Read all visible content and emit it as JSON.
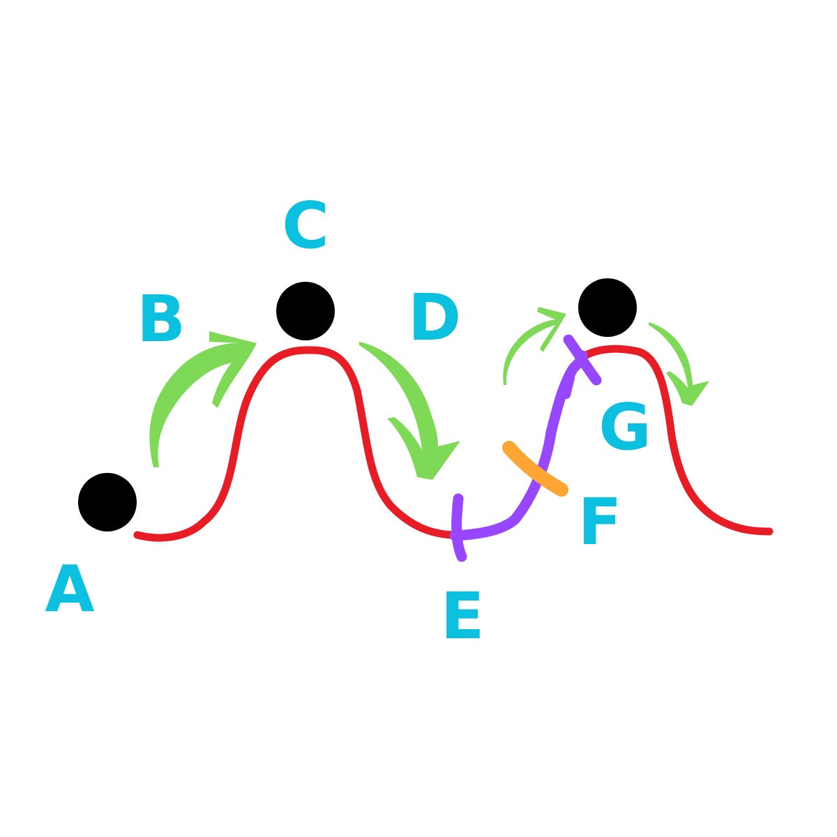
{
  "labels": {
    "a": "A",
    "b": "B",
    "c": "C",
    "d": "D",
    "e": "E",
    "f": "F",
    "g": "G"
  },
  "colors": {
    "background": "#ffffff",
    "track": "#e81c24",
    "arrow": "#7ed957",
    "label": "#0cc0df",
    "ball": "#000000",
    "climb_segment": "#9747ff",
    "marker": "#ffa533"
  }
}
